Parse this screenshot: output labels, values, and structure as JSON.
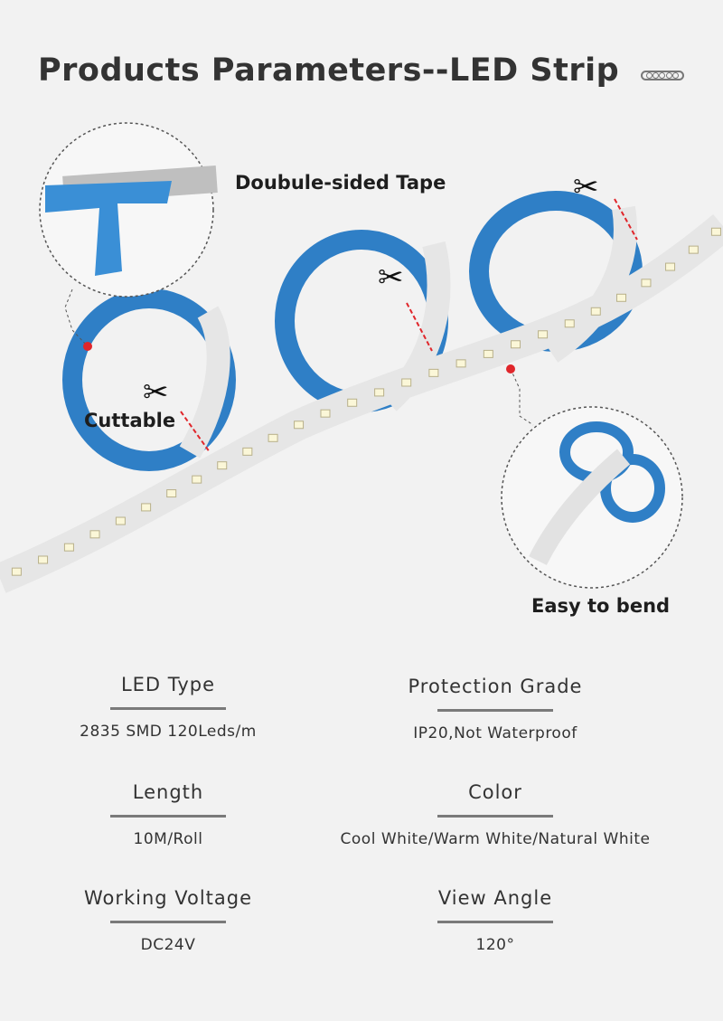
{
  "title": "Products Parameters--LED Strip",
  "callouts": {
    "tape": "Doubule-sided Tape",
    "cuttable": "Cuttable",
    "bend": "Easy to bend"
  },
  "params": [
    {
      "label": "LED Type",
      "value": "2835 SMD 120Leds/m"
    },
    {
      "label": "Protection Grade",
      "value": "IP20,Not Waterproof"
    },
    {
      "label": "Length",
      "value": "10M/Roll"
    },
    {
      "label": "Color",
      "value": "Cool White/Warm White/Natural White"
    },
    {
      "label": "Working Voltage",
      "value": "DC24V"
    },
    {
      "label": "View Angle",
      "value": "120°"
    }
  ],
  "colors": {
    "background": "#f2f2f2",
    "tape_blue": "#2f7fc6",
    "strip_white": "#ececec",
    "marker_red": "#e0262b"
  }
}
